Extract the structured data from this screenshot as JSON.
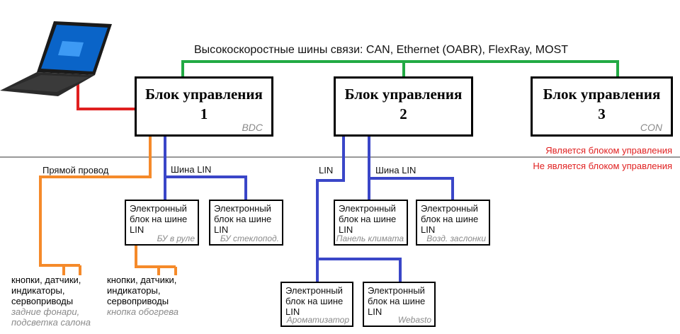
{
  "bus_title": "Высокоскоростные шины связи: CAN, Ethernet (OABR), FlexRay, MOST",
  "ecus": [
    {
      "line1": "Блок управления",
      "line2": "1",
      "code": "BDC"
    },
    {
      "line1": "Блок управления",
      "line2": "2",
      "code": ""
    },
    {
      "line1": "Блок управления",
      "line2": "3",
      "code": "CON"
    }
  ],
  "legend": {
    "is_ecu": "Является блоком управления",
    "not_ecu": "Не является блоком управления"
  },
  "labels": {
    "direct_wire": "Прямой провод",
    "lin_bus_1": "Шина LIN",
    "lin_left": "LIN",
    "lin_bus_2": "Шина LIN"
  },
  "lin_units": [
    {
      "l1": "Электронный",
      "l2": "блок на шине",
      "l3": "LIN",
      "sub": "БУ в руле"
    },
    {
      "l1": "Электронный",
      "l2": "блок на шине",
      "l3": "LIN",
      "sub": "БУ стеклопод."
    },
    {
      "l1": "Электронный",
      "l2": "блок на шине",
      "l3": "LIN",
      "sub": "Панель климата"
    },
    {
      "l1": "Электронный",
      "l2": "блок на шине",
      "l3": "LIN",
      "sub": "Возд. заслонки"
    },
    {
      "l1": "Электронный",
      "l2": "блок на шине",
      "l3": "LIN",
      "sub": "Ароматизатор"
    },
    {
      "l1": "Электронный",
      "l2": "блок на шине",
      "l3": "LIN",
      "sub": "Webasto"
    }
  ],
  "components": [
    {
      "l1": "кнопки, датчики,",
      "l2": "индикаторы,",
      "l3": "сервоприводы",
      "g1": "задние фонари,",
      "g2": "подсветка салона"
    },
    {
      "l1": "кнопки, датчики,",
      "l2": "индикаторы,",
      "l3": "сервоприводы",
      "g1": "кнопка обогрева",
      "g2": ""
    }
  ],
  "colors": {
    "high_speed_bus": "#22aa44",
    "lin_bus": "#3a46c8",
    "direct_wire": "#f58a2a",
    "diagnostic": "#e02020",
    "divider": "#999999"
  },
  "icons": {
    "laptop": "laptop-icon"
  }
}
